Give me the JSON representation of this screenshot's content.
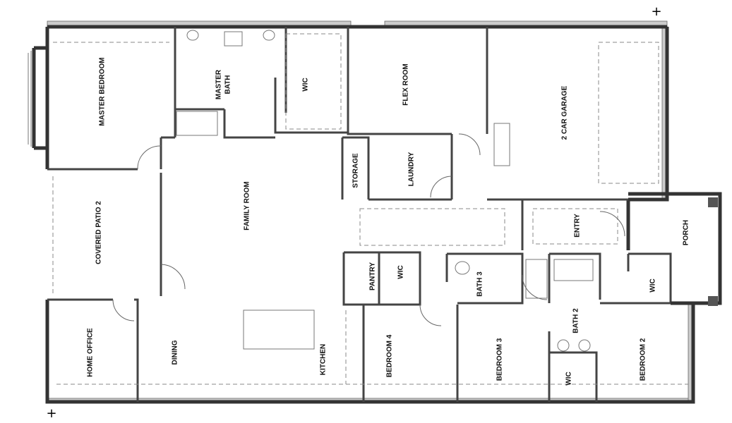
{
  "plan": {
    "rooms": [
      {
        "label": "MASTER BEDROOM"
      },
      {
        "label": "MASTER",
        "label2": "BATH"
      },
      {
        "label": "WIC"
      },
      {
        "label": "FLEX ROOM"
      },
      {
        "label": "2 CAR GARAGE"
      },
      {
        "label": "STORAGE"
      },
      {
        "label": "LAUNDRY"
      },
      {
        "label": "FAMILY ROOM"
      },
      {
        "label": "COVERED PATIO 2"
      },
      {
        "label": "ENTRY"
      },
      {
        "label": "PORCH"
      },
      {
        "label": "PANTRY"
      },
      {
        "label": "WIC"
      },
      {
        "label": "BATH 3"
      },
      {
        "label": "WIC"
      },
      {
        "label": "HOME OFFICE"
      },
      {
        "label": "DINING"
      },
      {
        "label": "KITCHEN"
      },
      {
        "label": "BEDROOM 4"
      },
      {
        "label": "BEDROOM 3"
      },
      {
        "label": "BATH 2"
      },
      {
        "label": "WIC"
      },
      {
        "label": "BEDROOM 2"
      }
    ],
    "markers": [
      "+",
      "+"
    ]
  }
}
